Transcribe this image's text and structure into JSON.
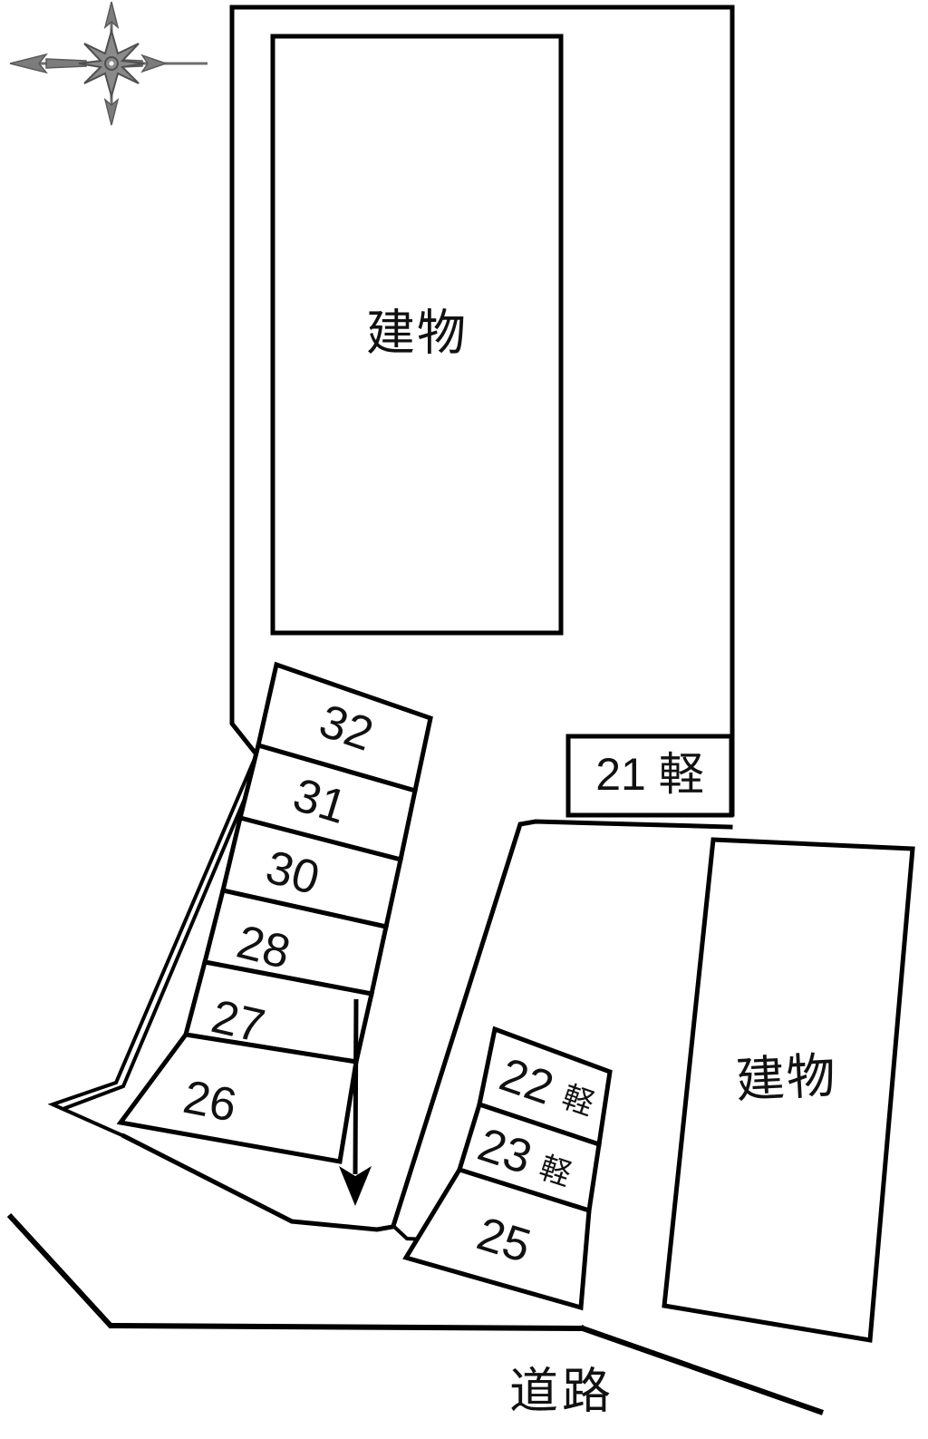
{
  "document": {
    "type": "parking-lot-site-plan",
    "title_text": "",
    "background_color": "#ffffff",
    "line_color": "#000000"
  },
  "compass": {
    "name": "north-arrow",
    "color": "#7c7c7c",
    "directions": [
      "up",
      "right",
      "down",
      "left"
    ]
  },
  "buildings": [
    {
      "id": "building-north",
      "label": "建物"
    },
    {
      "id": "building-southeast",
      "label": "建物"
    }
  ],
  "road": {
    "label": "道路"
  },
  "kei_box": {
    "number": "21",
    "kei_mark": "軽",
    "full_label": "21 軽"
  },
  "stalls_west": [
    {
      "number": "32",
      "kei": ""
    },
    {
      "number": "31",
      "kei": ""
    },
    {
      "number": "30",
      "kei": ""
    },
    {
      "number": "28",
      "kei": ""
    },
    {
      "number": "27",
      "kei": ""
    },
    {
      "number": "26",
      "kei": ""
    }
  ],
  "stalls_center": [
    {
      "number": "22",
      "kei": "軽"
    },
    {
      "number": "23",
      "kei": "軽"
    },
    {
      "number": "25",
      "kei": ""
    }
  ],
  "direction_arrow": {
    "name": "traffic-flow-arrow",
    "direction": "down"
  }
}
